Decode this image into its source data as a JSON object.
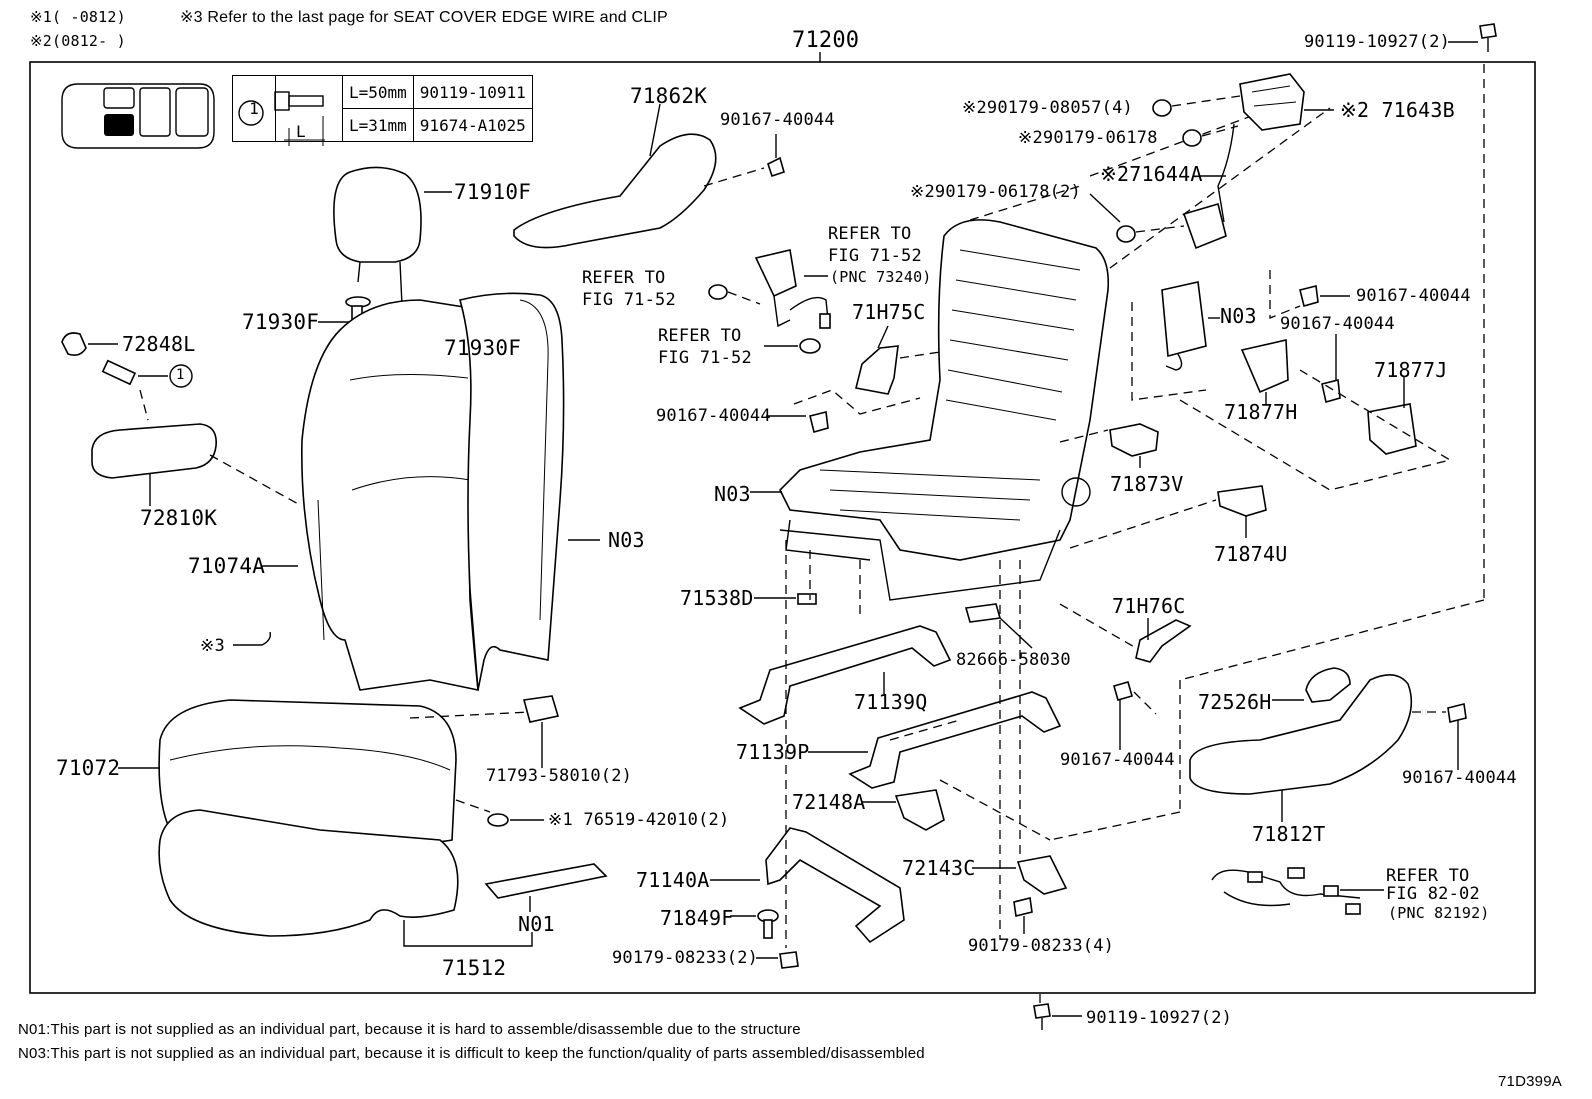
{
  "header_notes": {
    "note1": "※1(    -0812)",
    "note3": "※3 Refer to the last page for SEAT COVER EDGE WIRE and CLIP",
    "note2": "※2(0812-    )"
  },
  "assembly_label": "71200",
  "bolt_table": {
    "ref": "1",
    "dim_label": "L",
    "rows": [
      {
        "length": "L=50mm",
        "part": "90119-10911"
      },
      {
        "length": "L=31mm",
        "part": "91674-A1025"
      }
    ]
  },
  "labels": {
    "p_90119_10927_top": "90119-10927(2)",
    "p_71862K": "71862K",
    "p_90167_40044_a": "90167-40044",
    "p_71910F": "71910F",
    "p_71930F_a": "71930F",
    "p_71930F_b": "71930F",
    "p_72848L": "72848L",
    "p_72810K": "72810K",
    "p_71074A": "71074A",
    "p_N03_a": "N03",
    "p_note3_mark": "※3",
    "p_71072": "71072",
    "p_71793": "71793-58010(2)",
    "p_76519": "※1 76519-42010(2)",
    "p_N01": "N01",
    "p_71512": "71512",
    "p_refer_fig_a1": "REFER TO",
    "p_refer_fig_a2": "FIG 71-52",
    "p_refer_fig_a3": "(PNC 73240)",
    "p_refer_fig_b1": "REFER TO",
    "p_refer_fig_b2": "FIG 71-52",
    "p_refer_fig_c1": "REFER TO",
    "p_refer_fig_c2": "FIG 71-52",
    "p_90179_08057": "※290179-08057(4)",
    "p_90179_06178": "※290179-06178",
    "p_71643B": "※2 71643B",
    "p_71644A": "※271644A",
    "p_90179_06178_2": "※290179-06178(2)",
    "p_71H75C": "71H75C",
    "p_90167_40044_b": "90167-40044",
    "p_N03_b": "N03",
    "p_90167_40044_c": "90167-40044",
    "p_90167_40044_d": "90167-40044",
    "p_71877J": "71877J",
    "p_71877H": "71877H",
    "p_N03_c": "N03",
    "p_71873V": "71873V",
    "p_71874U": "71874U",
    "p_71538D": "71538D",
    "p_71H76C": "71H76C",
    "p_82666": "82666-58030",
    "p_71139Q": "71139Q",
    "p_71139P": "71139P",
    "p_90167_40044_e": "90167-40044",
    "p_72526H": "72526H",
    "p_90167_40044_f": "90167-40044",
    "p_72148A": "72148A",
    "p_71812T": "71812T",
    "p_72143C": "72143C",
    "p_71140A": "71140A",
    "p_71849F": "71849F",
    "p_90179_08233_a": "90179-08233(2)",
    "p_90179_08233_b": "90179-08233(4)",
    "p_refer_fig_d1": "REFER TO",
    "p_refer_fig_d2": "FIG 82-02",
    "p_refer_fig_d3": "(PNC 82192)",
    "p_90119_10927_bot": "90119-10927(2)"
  },
  "footnotes": {
    "n01": "N01:This part is not supplied as an individual part, because it is hard to assemble/disassemble due to the structure",
    "n03": "N03:This part is not supplied as an individual part, because it is difficult to keep the function/quality of parts assembled/disassembled"
  },
  "figure_code": "71D399A"
}
